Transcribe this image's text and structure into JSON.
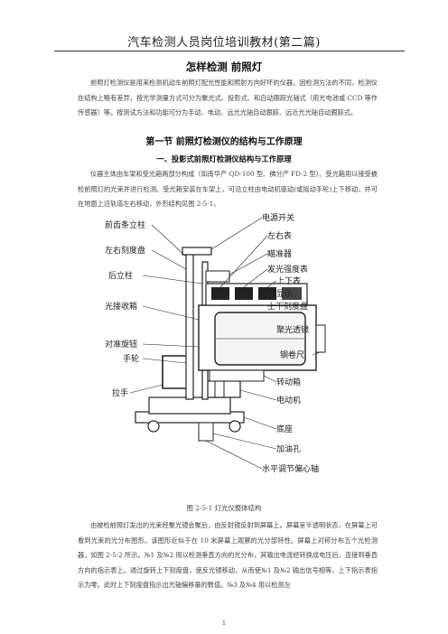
{
  "header": {
    "running_title": "汽车检测人员岗位培训教材(第二篇)"
  },
  "title": "怎样检测  前照灯",
  "intro_paragraph": "前照灯检测仪是用来检测机动车前照灯配光性能和照射方向好坏的仪器。因检测方法的不同，检测仪在结构上略有差异，按光学测量方式可分为聚光式、投影式、和自动跟踪光轴式（用光电池或 CCD 等作传感器）等。按测试方法和功能可分为手动、电动、远光光轴自动跟踪、远近光光轴自动跟踪式。",
  "section_heading": "第一节  前照灯检测仪的结构与工作原理",
  "subsection_heading": "一、投影式前照灯检测仪结构与工作原理",
  "structure_paragraph": "仪器主体由车架和受光箱两部分构成（如南华产 QD-100 型、佛分产 FD-2 型）。受光箱用以接受被检前照灯的光束并进行检测。受光箱安装在车架上，可沿立柱由电动机驱动(或摇动手轮)上下移动，并可在地面上沿轨道左右移动，外形结构见图 2-5-1。",
  "figure": {
    "labels_left": [
      "前齿条立柱",
      "左右刻度盘",
      "后立柱",
      "光接收箱",
      "对准旋钮",
      "手轮",
      "拉手"
    ],
    "labels_right": [
      "电源开关",
      "左右表",
      "瞄准器",
      "发光强度表",
      "上下表",
      "显示",
      "上下刻度盘",
      "聚光透镜",
      "钢卷尺",
      "转动箱",
      "电动机",
      "底座",
      "加油孔",
      "水平调节偏心轴"
    ],
    "caption": "图 2-5-1  灯光仪整体结构"
  },
  "principle_paragraph": "由被检前照灯发出的光束经聚光镜会聚后，由反射镜反射到屏幕上。屏幕呈半透明状态，在屏幕上可看到光束的光分布图形。该图形近似于在 10 米屏幕上观察的光分部特性。屏幕上对称分布五个光检测器，如图 2-5-2 所示。№1 及№2 用以检测垂直方向的光分布，其输出电流经转换成电压后，连接到垂直方向的指示表上。通过旋转上下刻度盘，使反光镜移动，从而使№1 及№2 输出信号相等，上下指示表指示为零。此时上下刻度盘指示出光轴偏移量的数值。№3 及№4 用以检测左",
  "page_number": "1"
}
